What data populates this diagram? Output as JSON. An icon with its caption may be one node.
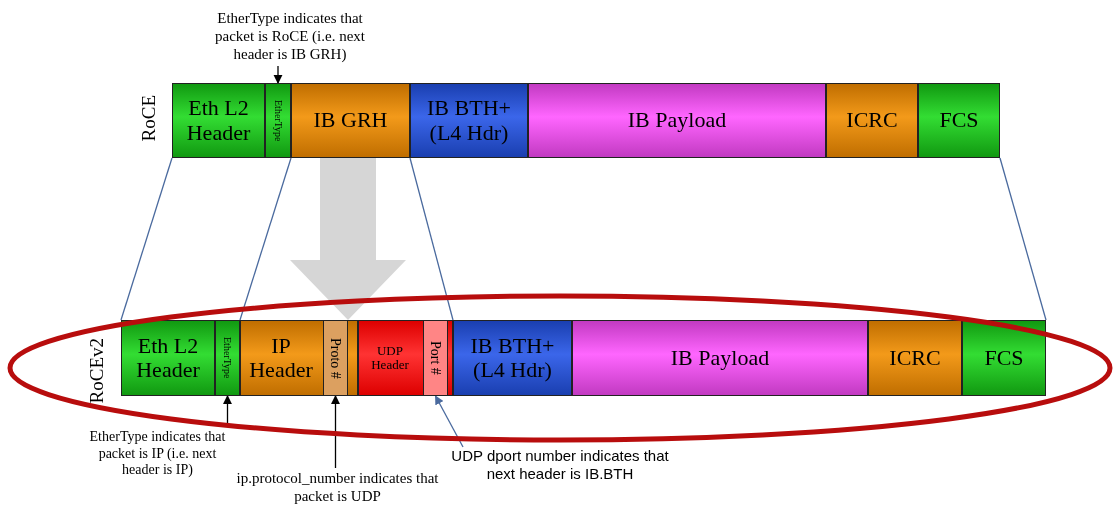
{
  "diagram": {
    "nodes": [
      {
        "text": [
          "Eth L2 Header"
        ]
      },
      {
        "text": [
          "EtherType"
        ]
      },
      {
        "text": [
          "IB GRH"
        ]
      },
      {
        "text": [
          "IB BTH+ (L4 Hdr)"
        ]
      },
      {
        "text": [
          "IB Payload"
        ]
      },
      {
        "text": [
          "ICRC"
        ]
      },
      {
        "text": [
          "FCS"
        ]
      },
      {
        "text": [
          "Eth L2 Header"
        ]
      },
      {
        "text": [
          "EtherType"
        ]
      },
      {
        "text": [
          "IP Header"
        ]
      },
      {
        "text": [
          "Proto #"
        ],
        "in": 9
      },
      {
        "text": [
          "UDP Header"
        ]
      },
      {
        "text": [
          "Port #"
        ],
        "in": 11
      },
      {
        "text": [
          "IB BTH+ (L4 Hdr)"
        ]
      },
      {
        "text": [
          "IB Payload"
        ]
      },
      {
        "text": [
          "ICRC"
        ]
      },
      {
        "text": [
          "FCS"
        ]
      },
      {
        "text": [
          "EtherType indicates that packet is RoCE (i.e. next header is IB GRH)"
        ]
      },
      {
        "text": [
          "EtherType indicates that packet is IP (i.e. next header is IP)"
        ]
      },
      {
        "text": [
          "ip.protocol_number indicates that packet is UDP"
        ]
      },
      {
        "text": [
          "UDP dport number indicates that next header is IB.BTH"
        ]
      }
    ],
    "edges": [
      {
        "from": 17,
        "to": 1,
        "arrow": "to",
        "color": "#000000"
      },
      {
        "from": 18,
        "to": 8,
        "arrow": "to",
        "color": "#000000"
      },
      {
        "from": 19,
        "to": 10,
        "arrow": "to",
        "color": "#000000"
      },
      {
        "from": 20,
        "to": 12,
        "arrow": "to"
      },
      {
        "from": 0,
        "to": 7,
        "arrow": "none"
      },
      {
        "from": 2,
        "to": 9,
        "arrow": "none"
      },
      {
        "from": 3,
        "to": 13,
        "arrow": "none"
      },
      {
        "from": 6,
        "to": 16,
        "arrow": "none"
      },
      {
        "from": 2,
        "to": 9,
        "arrow": "to",
        "style": "thick",
        "color": "#d6d6d6"
      }
    ],
    "labels": [
      "RoCE",
      "RoCEv2"
    ]
  }
}
